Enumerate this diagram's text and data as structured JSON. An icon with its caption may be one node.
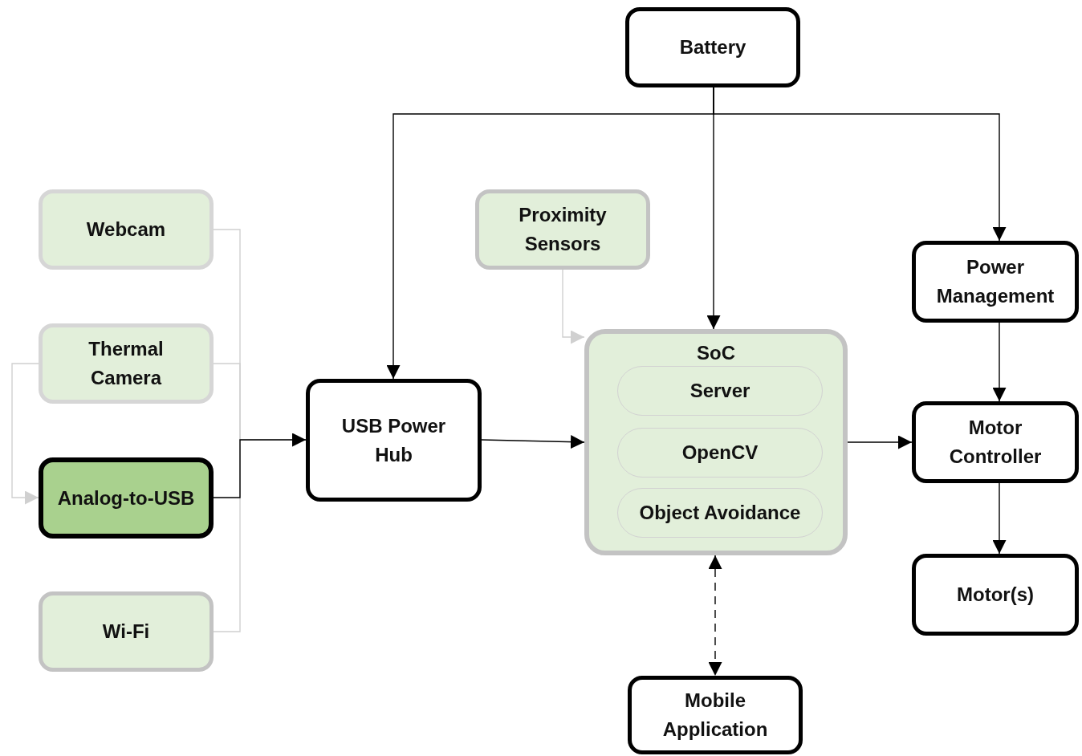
{
  "diagram": {
    "nodes": [
      {
        "text": [
          "Battery"
        ]
      },
      {
        "text": [
          "Webcam"
        ]
      },
      {
        "text": [
          "Proximity Sensors"
        ]
      },
      {
        "text": [
          "Power Management"
        ]
      },
      {
        "text": [
          "Thermal Camera"
        ]
      },
      {
        "text": [
          "USB Power Hub"
        ]
      },
      {
        "text": [
          "SoC"
        ]
      },
      {
        "text": [
          "Server"
        ],
        "in": 6
      },
      {
        "text": [
          "OpenCV"
        ],
        "in": 6
      },
      {
        "text": [
          "Object Avoidance"
        ],
        "in": 6
      },
      {
        "text": [
          "Motor Controller"
        ]
      },
      {
        "text": [
          "Analog-to-USB"
        ]
      },
      {
        "text": [
          "Motor(s)"
        ]
      },
      {
        "text": [
          "Wi-Fi"
        ]
      },
      {
        "text": [
          "Mobile Application"
        ]
      }
    ],
    "edges": [
      {
        "from": 0,
        "to": 5,
        "arrow": "to"
      },
      {
        "from": 0,
        "to": 6,
        "arrow": "to"
      },
      {
        "from": 0,
        "to": 3,
        "arrow": "to"
      },
      {
        "from": 1,
        "to": 5,
        "arrow": "to",
        "color": "#d0d0d0"
      },
      {
        "from": 4,
        "to": 5,
        "arrow": "to",
        "color": "#d0d0d0"
      },
      {
        "from": 4,
        "to": 11,
        "arrow": "to",
        "color": "#d0d0d0"
      },
      {
        "from": 11,
        "to": 5,
        "arrow": "to"
      },
      {
        "from": 13,
        "to": 5,
        "arrow": "to",
        "color": "#d0d0d0"
      },
      {
        "from": 2,
        "to": 6,
        "arrow": "to",
        "color": "#d0d0d0"
      },
      {
        "from": 5,
        "to": 6,
        "arrow": "to"
      },
      {
        "from": 6,
        "to": 10,
        "arrow": "to"
      },
      {
        "from": 3,
        "to": 10,
        "arrow": "to"
      },
      {
        "from": 10,
        "to": 12,
        "arrow": "to"
      },
      {
        "from": 6,
        "to": 14,
        "arrow": "both",
        "style": "dashed"
      }
    ]
  }
}
